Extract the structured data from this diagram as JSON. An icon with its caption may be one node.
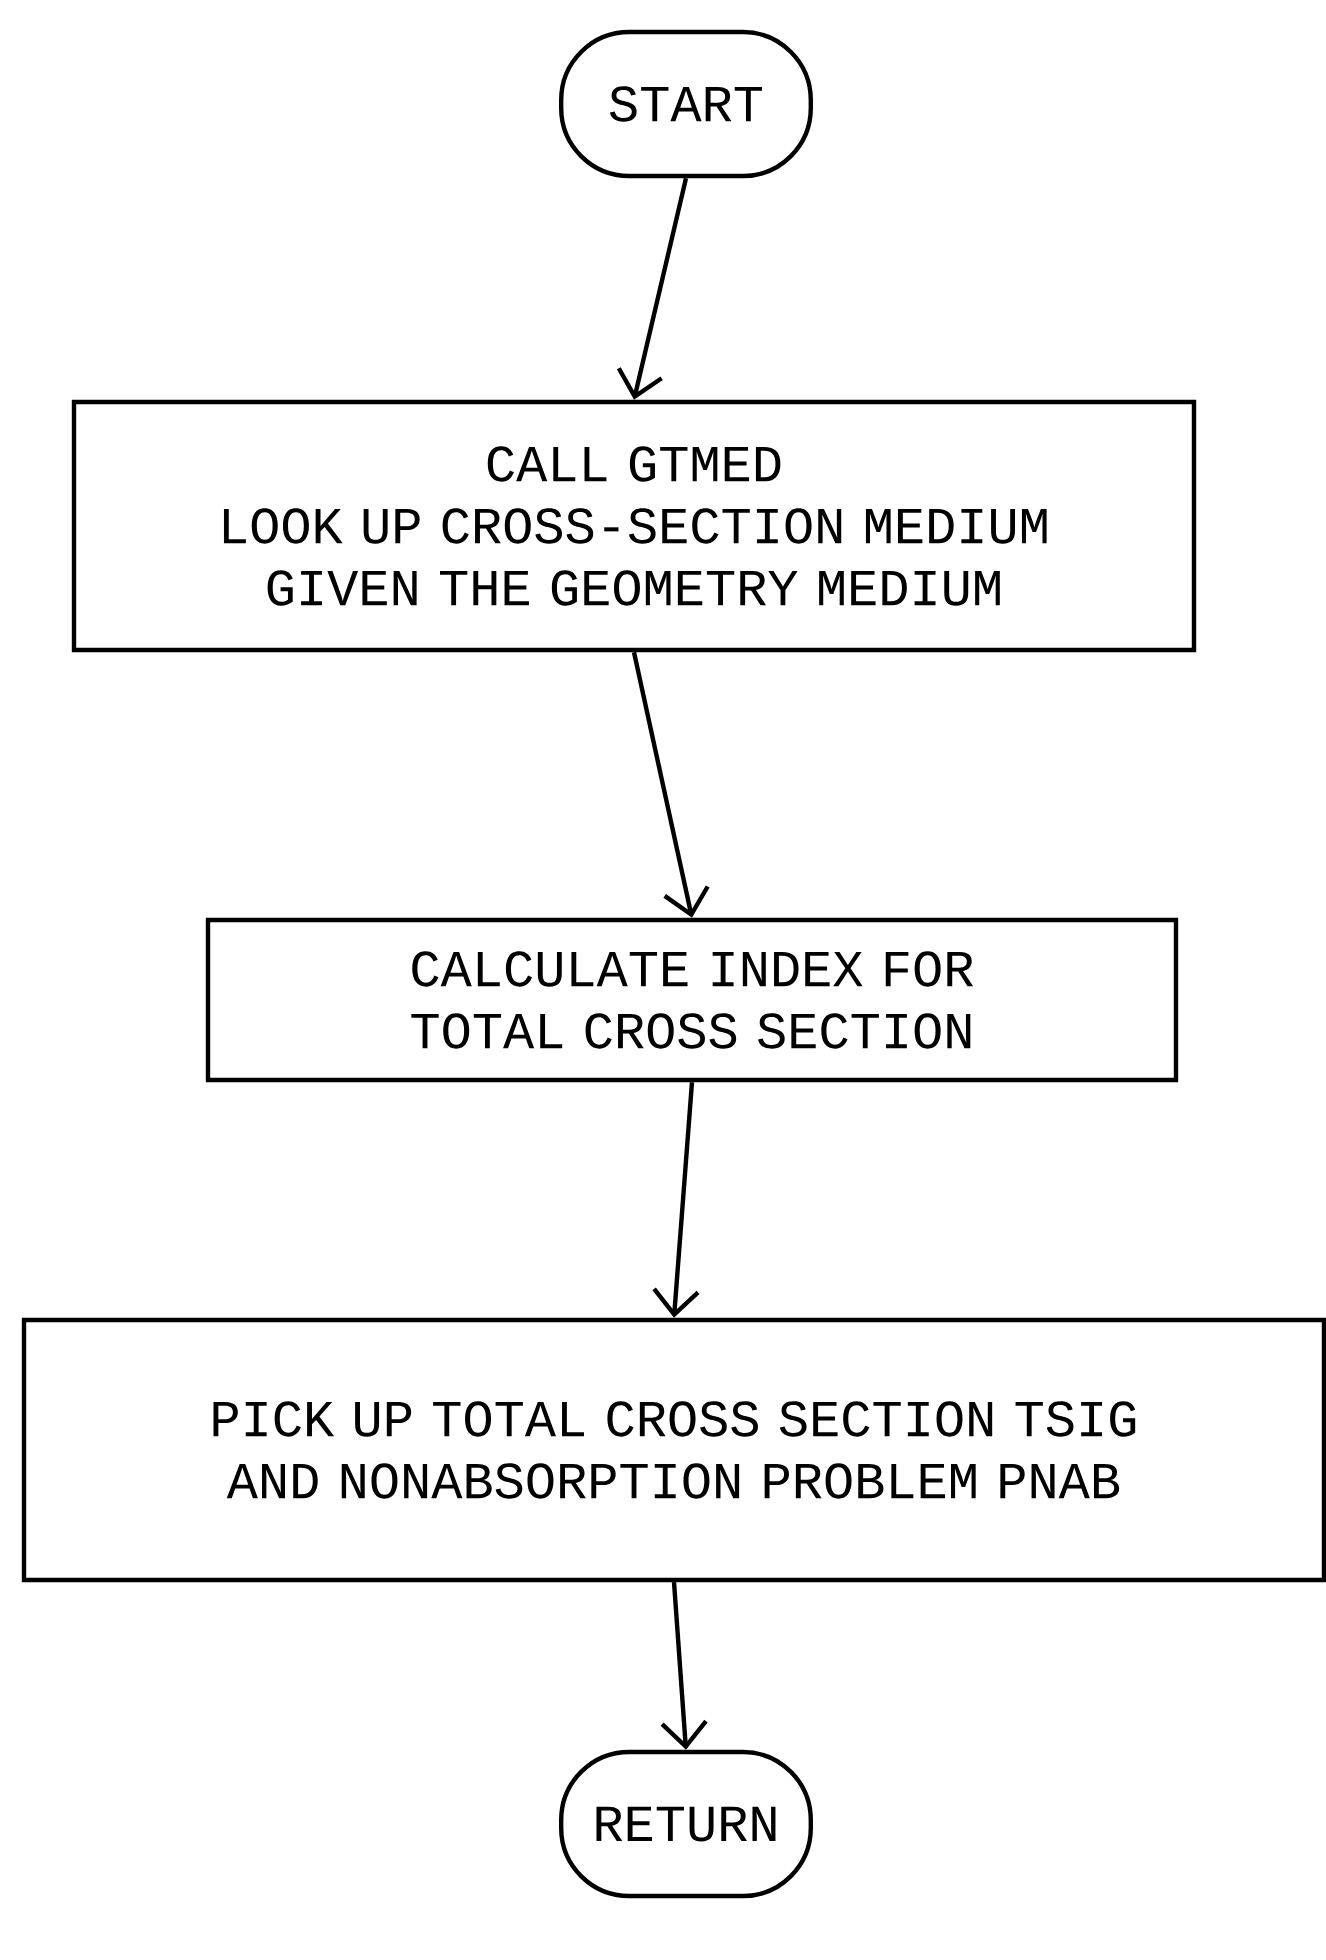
{
  "diagram": {
    "nodes": [
      {
        "text": [
          "START"
        ]
      },
      {
        "text": [
          "CALL GTMED",
          "LOOK UP CROSS-SECTION MEDIUM GIVEN THE GEOMETRY MEDIUM"
        ]
      },
      {
        "text": [
          "CALCULATE INDEX FOR TOTAL CROSS SECTION"
        ]
      },
      {
        "text": [
          "PICK UP TOTAL CROSS SECTION TSIG AND NONABSORPTION PROBLEM PNAB"
        ]
      },
      {
        "text": [
          "RETURN"
        ]
      }
    ],
    "edges": [
      {
        "from": 0,
        "to": 1,
        "arrow": "to"
      },
      {
        "from": 1,
        "to": 2,
        "arrow": "to"
      },
      {
        "from": 2,
        "to": 3,
        "arrow": "to"
      },
      {
        "from": 3,
        "to": 4,
        "arrow": "to"
      }
    ]
  }
}
